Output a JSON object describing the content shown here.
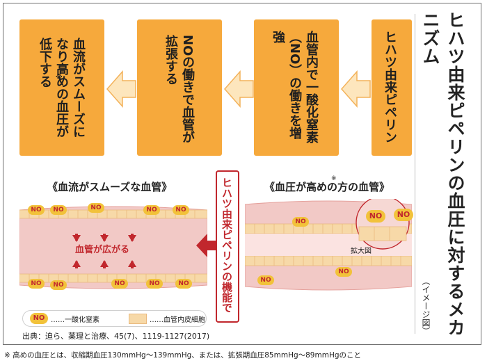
{
  "title": "ヒハツ由来ピペリンの血圧に対するメカニズム",
  "subtitle": "（イメージ図）",
  "flow": [
    {
      "label": "ヒハツ由来ピペリン"
    },
    {
      "label": "血管内で一酸化窒素（NO）の働きを増強"
    },
    {
      "label": "NOの働きで血管が拡張する"
    },
    {
      "label": "血流がスムーズになり高めの血圧が低下する"
    }
  ],
  "flow_note_mark": "※",
  "left_panel": {
    "title": "《血流がスムーズな血管》",
    "expand_label": "血管が広がる",
    "no_label": "NO"
  },
  "right_panel": {
    "title": "《血圧が高めの方の血管》",
    "title_note_mark": "※",
    "zoom_label": "拡大図",
    "no_label": "NO"
  },
  "function_label": "ヒハツ由来ピペリンの機能で",
  "legend": {
    "no_badge": "NO",
    "no_text": "……一酸化窒素",
    "cell_text": "……血管内皮細胞"
  },
  "source": "出典：迫ら、薬理と治療、45(7)、1119-1127(2017)",
  "footnote": "※ 高めの血圧とは、収縮期血圧130mmHg〜139mmHg、または、拡張期血圧85mmHg〜89mmHgのこと",
  "colors": {
    "step": "#f6a93c",
    "accent_red": "#c1272d",
    "vessel_pink": "#f2c9c6",
    "cell": "#f7d9a8",
    "no_yellow": "#f2c23a"
  }
}
